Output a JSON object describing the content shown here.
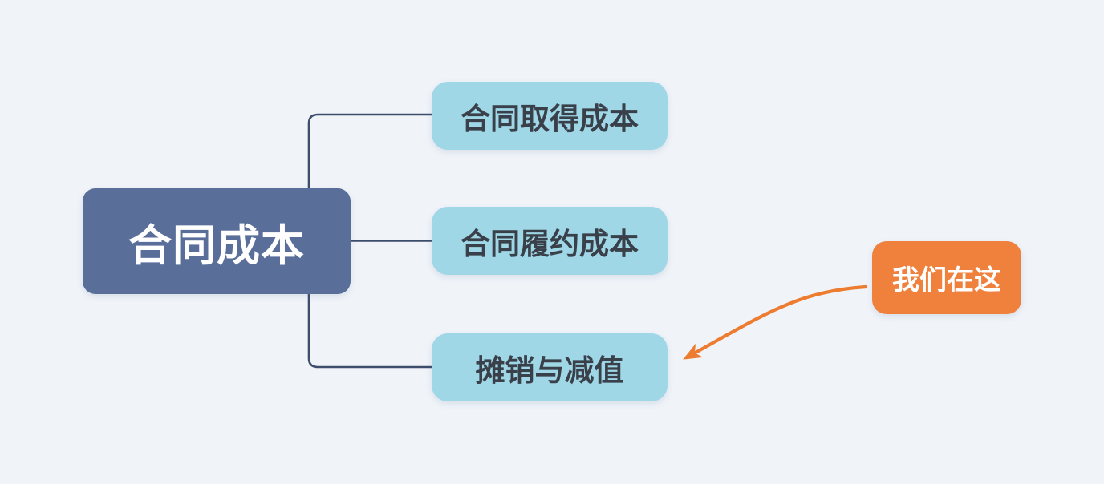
{
  "canvas": {
    "background": "#f0f4f9"
  },
  "colors": {
    "background": "#f0f4f9",
    "root-node": "#5a6e9a",
    "root-text": "#ffffff",
    "child-node": "#9fd7e7",
    "child-text": "#394049",
    "callout-node": "#f0813d",
    "callout-text": "#ffffff",
    "connector": "#3d4d6b",
    "arrow": "#ed7c30"
  },
  "mindmap": {
    "root": {
      "label": "合同成本"
    },
    "children": [
      {
        "label": "合同取得成本"
      },
      {
        "label": "合同履约成本"
      },
      {
        "label": "摊销与减值"
      }
    ],
    "callout": {
      "label": "我们在这"
    }
  }
}
